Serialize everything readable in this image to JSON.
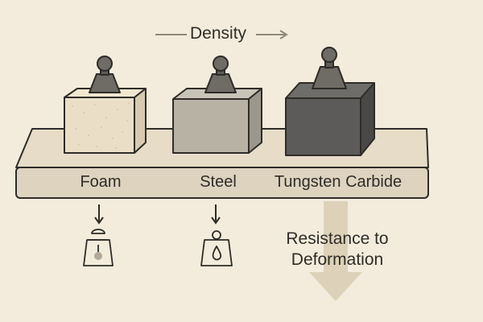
{
  "density": {
    "label": "Density"
  },
  "materials": [
    {
      "name": "Foam"
    },
    {
      "name": "Steel"
    },
    {
      "name": "Tungsten Carbide"
    }
  ],
  "resistance": {
    "line1": "Resistance to",
    "line2": "Deformation"
  },
  "colors": {
    "background": "#f3ecdc",
    "shelf": "#ddd3bf",
    "outline": "#2f2c28",
    "foam": "#eadfc6",
    "steel": "#b8b2a5",
    "tungsten_carbide": "#5c5b59",
    "weight": "#6f6b65",
    "arrow": "#ddd2b9"
  },
  "icons": [
    "scale-weight-icon",
    "scale-weight-icon"
  ]
}
